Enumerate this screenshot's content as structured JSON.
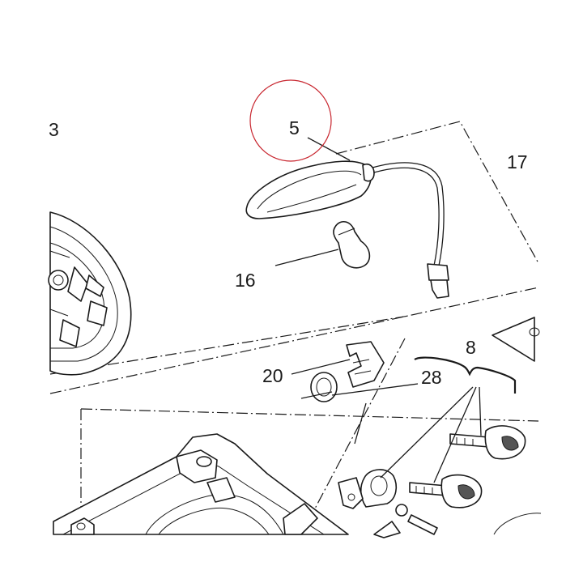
{
  "diagram": {
    "callouts": [
      {
        "id": "3",
        "label": "3"
      },
      {
        "id": "5",
        "label": "5"
      },
      {
        "id": "17",
        "label": "17"
      },
      {
        "id": "16",
        "label": "16"
      },
      {
        "id": "8",
        "label": "8"
      },
      {
        "id": "20",
        "label": "20"
      },
      {
        "id": "28",
        "label": "28"
      }
    ],
    "highlight": {
      "target": "5",
      "color": "#c8262f"
    },
    "line_color": "#1a1a1a"
  }
}
